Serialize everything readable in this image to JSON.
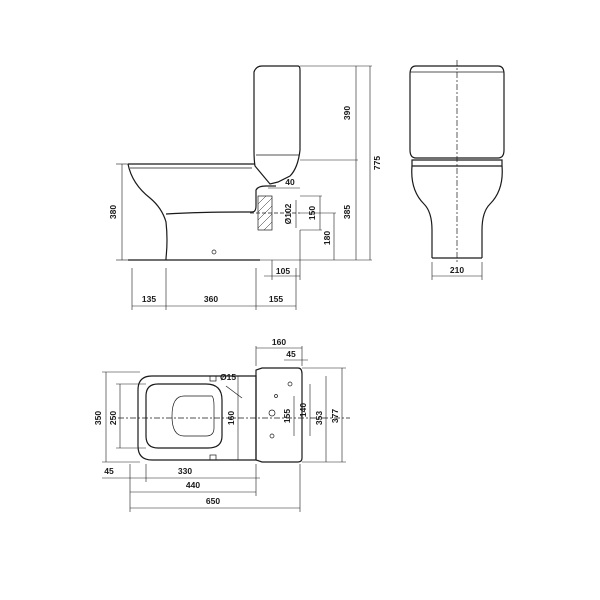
{
  "dimensions": {
    "side_view": {
      "overall_height": "775",
      "tank_height": "390",
      "bowl_height_right": "385",
      "seat_height": "380",
      "outlet_offset_top": "40",
      "outlet_diameter": "Ø102",
      "outlet_height": "150",
      "outlet_center": "180",
      "outlet_back": "105",
      "front_overhang": "135",
      "base_length": "360",
      "rear_depth": "155"
    },
    "front_view": {
      "base_width": "210"
    },
    "top_view": {
      "tank_width": "160",
      "tank_offset": "45",
      "hole_diameter": "Ø15",
      "hole_spacing": "160",
      "fixing_155": "155",
      "fixing_140": "140",
      "tank_length_353": "353",
      "tank_length_377": "377",
      "bowl_width": "350",
      "seat_width": "250",
      "front_offset": "45",
      "seat_length": "330",
      "bowl_length": "440",
      "overall_length": "650"
    }
  }
}
